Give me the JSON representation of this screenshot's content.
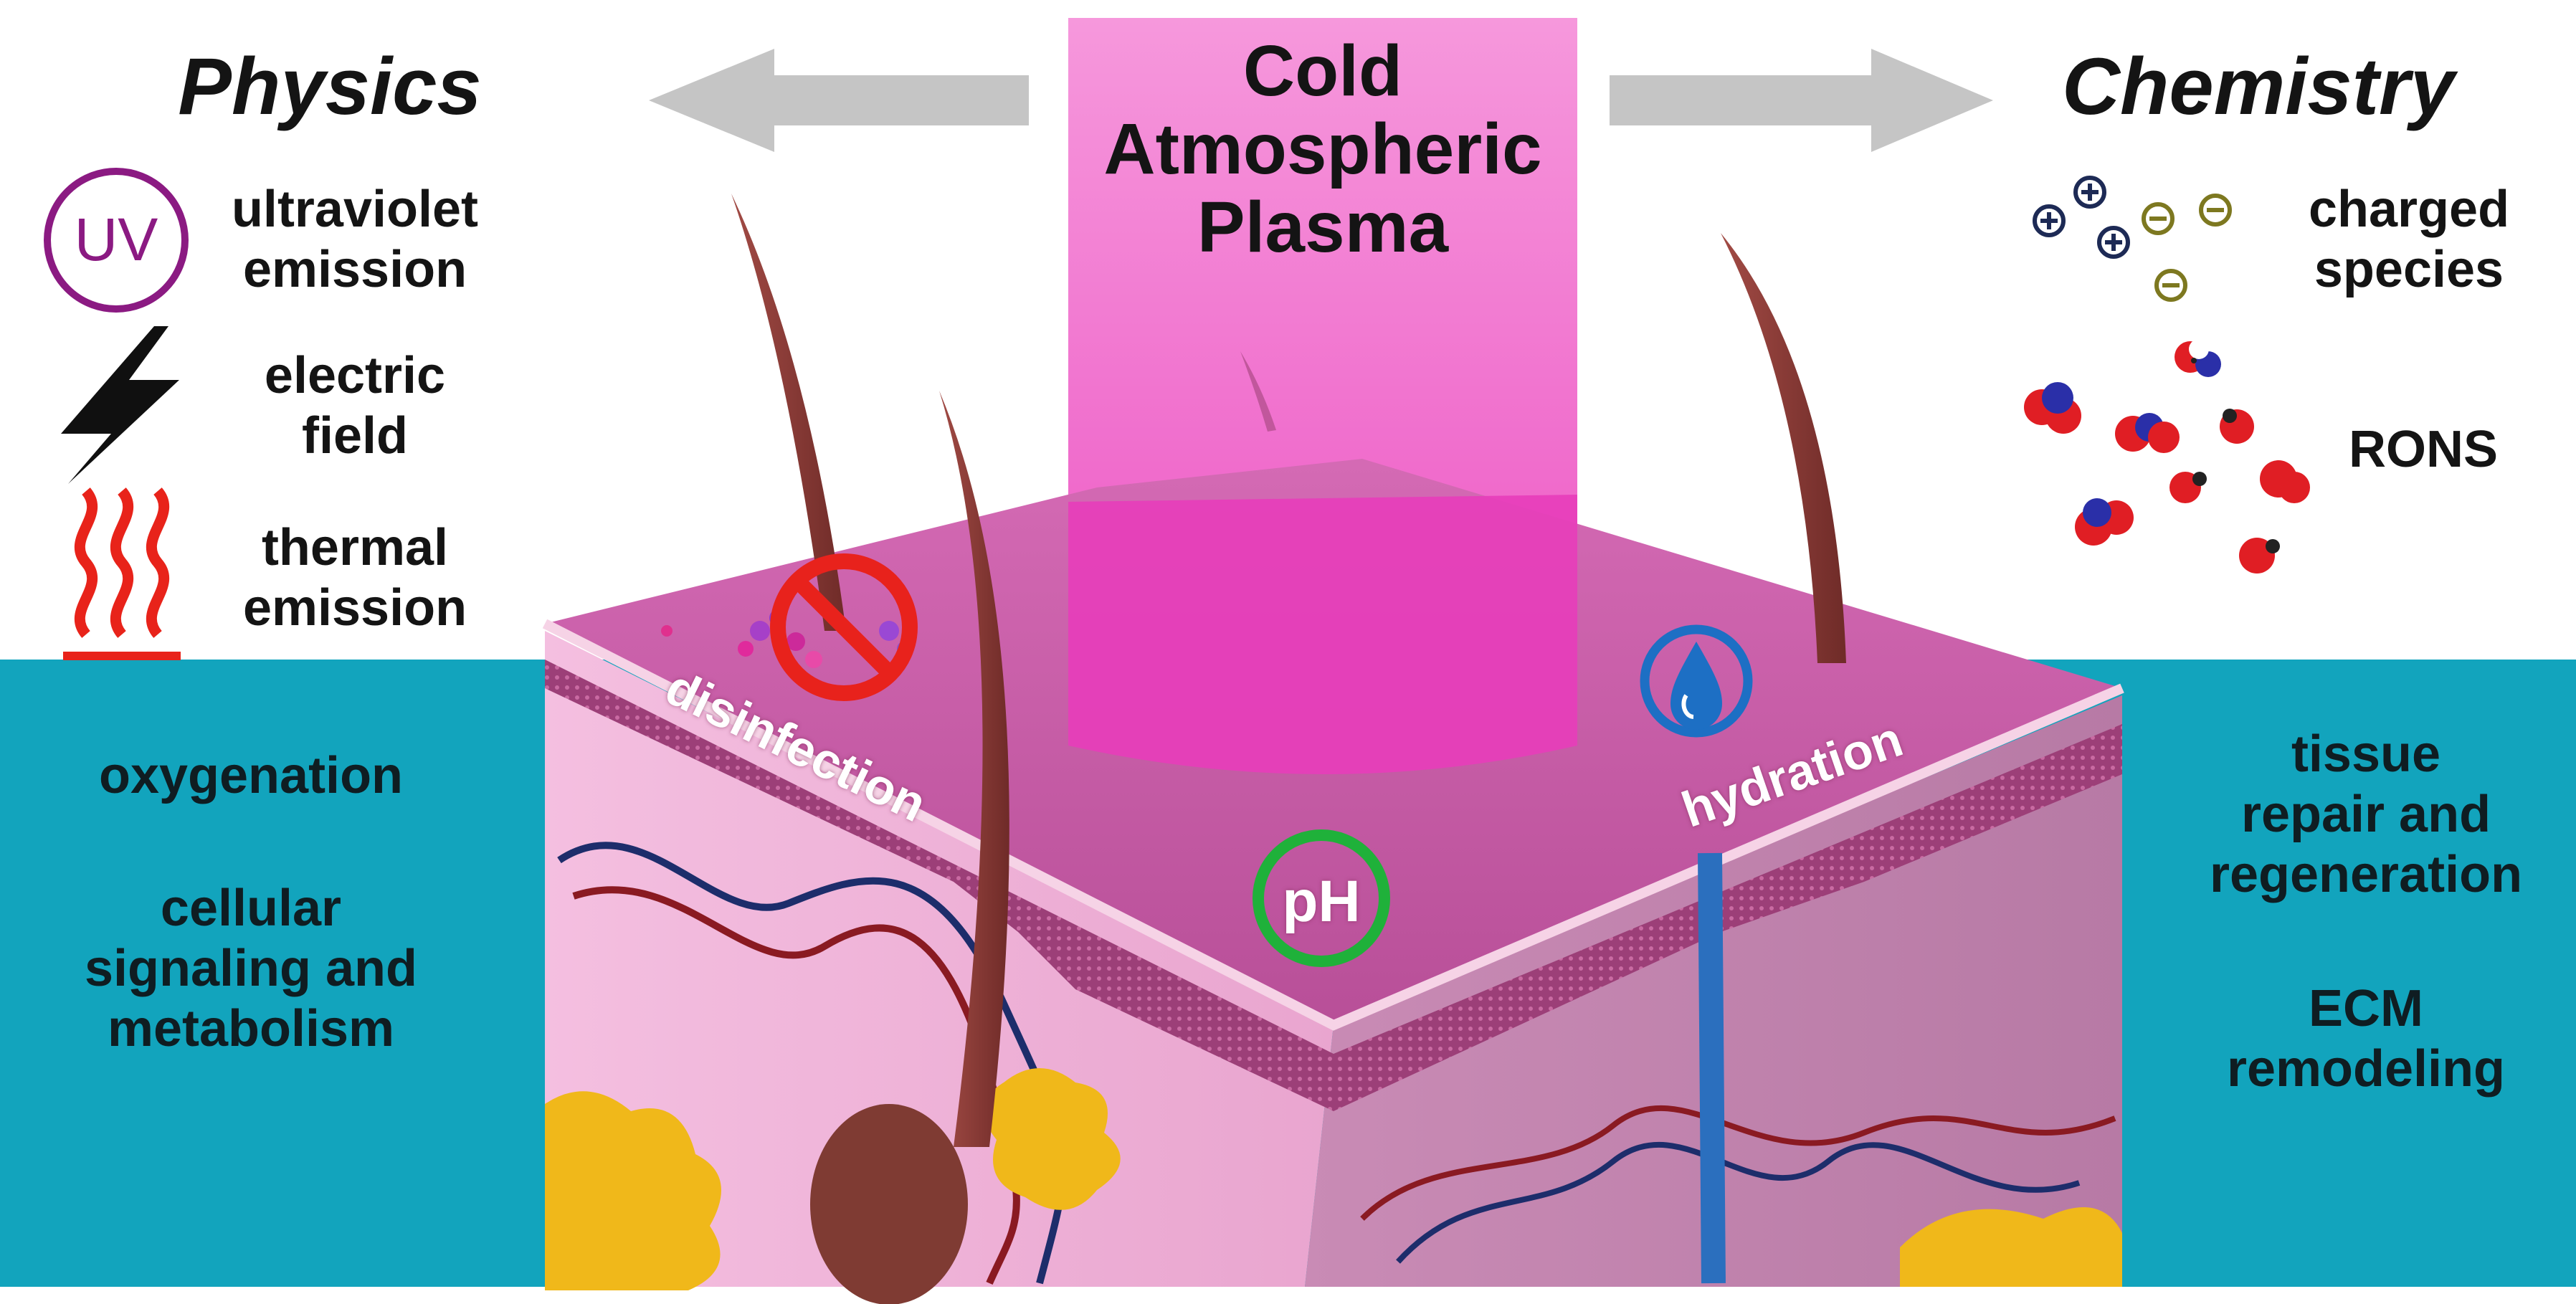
{
  "title": {
    "lines": [
      "Cold",
      "Atmospheric",
      "Plasma"
    ]
  },
  "left_header": "Physics",
  "right_header": "Chemistry",
  "physics": {
    "uv_badge": "UV",
    "uv_label": [
      "ultraviolet",
      "emission"
    ],
    "electric_label": [
      "electric",
      "field"
    ],
    "thermal_label": [
      "thermal",
      "emission"
    ]
  },
  "chemistry": {
    "charged_label": [
      "charged",
      "species"
    ],
    "rons_label": "RONS"
  },
  "skin": {
    "disinfection": "disinfection",
    "ph": "pH",
    "hydration": "hydration"
  },
  "left_band": {
    "oxygenation": "oxygenation",
    "cellular": [
      "cellular",
      "signaling and",
      "metabolism"
    ]
  },
  "right_band": {
    "tissue": [
      "tissue",
      "repair and",
      "regeneration"
    ],
    "ecm": [
      "ECM",
      "remodeling"
    ]
  },
  "colors": {
    "band": "#12a4bd",
    "plasma": "#f27ad6",
    "skin_top": "#c04ca4",
    "skin_side": "#f3b5da",
    "uv": "#8b1a82",
    "thermal": "#e8231a",
    "no_sign": "#e8221c",
    "ph_ring": "#1fb13a",
    "water": "#1d6fc4",
    "arrow": "#c5c5c5",
    "fat": "#f0b81a",
    "hair": "#8a3a36"
  }
}
